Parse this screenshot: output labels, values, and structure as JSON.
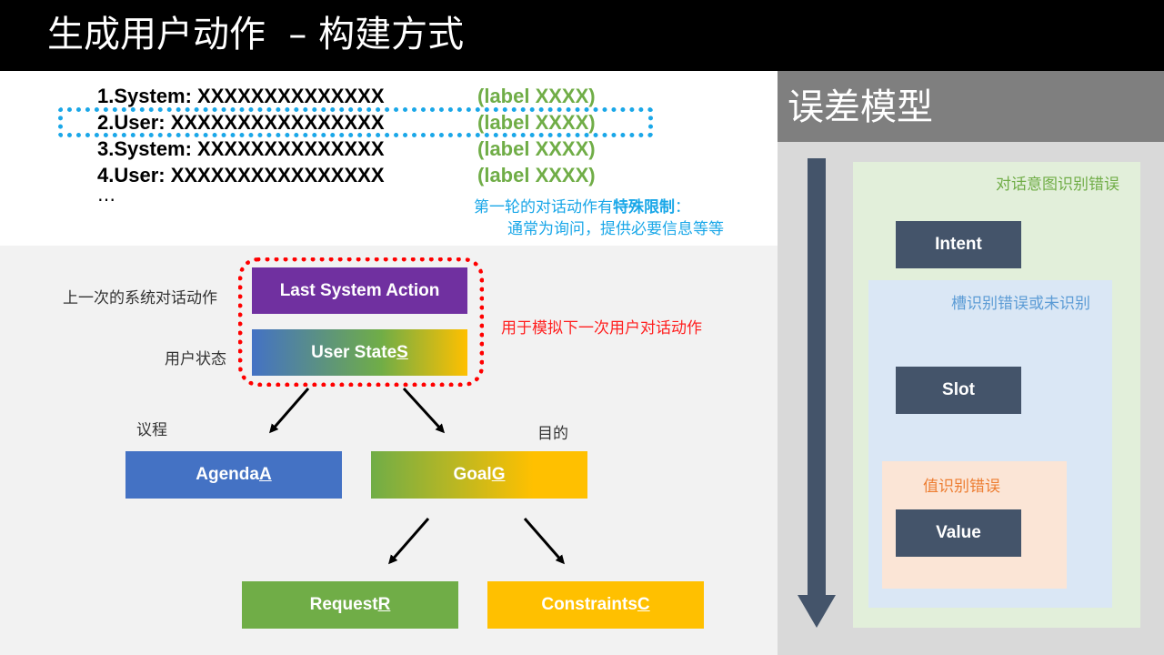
{
  "slide": {
    "title": "生成用户动作  – 构建方式"
  },
  "dialogue": {
    "lines": [
      {
        "text": "1.System: XXXXXXXXXXXXXX",
        "label": "(label XXXX)"
      },
      {
        "text": "2.User: XXXXXXXXXXXXXXXX",
        "label": "(label XXXX)"
      },
      {
        "text": "3.System: XXXXXXXXXXXXXX",
        "label": "(label XXXX)"
      },
      {
        "text": "4.User: XXXXXXXXXXXXXXXX",
        "label": "(label XXXX)"
      }
    ],
    "ellipsis": "…",
    "note_part1": "第一轮的对话动作有",
    "note_bold": "特殊限制",
    "note_part2": "：",
    "note_line2": "通常为询问，提供必要信息等等"
  },
  "diagram": {
    "last_system_action": {
      "label": "Last System Action",
      "color": "#7030a0",
      "side_label": "上一次的系统对话动作"
    },
    "user_state": {
      "label": "User State ",
      "var": "S",
      "side_label": "用户状态"
    },
    "simulate_note": "用于模拟下一次用户对话动作",
    "agenda": {
      "label": "Agenda ",
      "var": "A",
      "side_label": "议程",
      "color": "#4472c4"
    },
    "goal": {
      "label": "Goal ",
      "var": "G",
      "side_label": "目的"
    },
    "request": {
      "label": "Request ",
      "var": "R",
      "color": "#70ad47"
    },
    "constraints": {
      "label": "Constraints ",
      "var": "C",
      "color": "#ffc000"
    },
    "colors": {
      "gradient_start": "#4472c4",
      "gradient_mid": "#70ad47",
      "gradient_end": "#ffc000",
      "highlight_red": "#ff0000",
      "highlight_blue": "#1aa7e8"
    }
  },
  "error_model": {
    "title": "误差模型",
    "intent_error_label": "对话意图识别错误",
    "slot_error_label": "槽识别错误或未识别",
    "value_error_label": "值识别错误",
    "intent": "Intent",
    "slot": "Slot",
    "value": "Value",
    "colors": {
      "arrow": "#44546a",
      "intent_region": "#e2efda",
      "slot_region": "#dae7f5",
      "value_region": "#fbe5d6"
    }
  }
}
